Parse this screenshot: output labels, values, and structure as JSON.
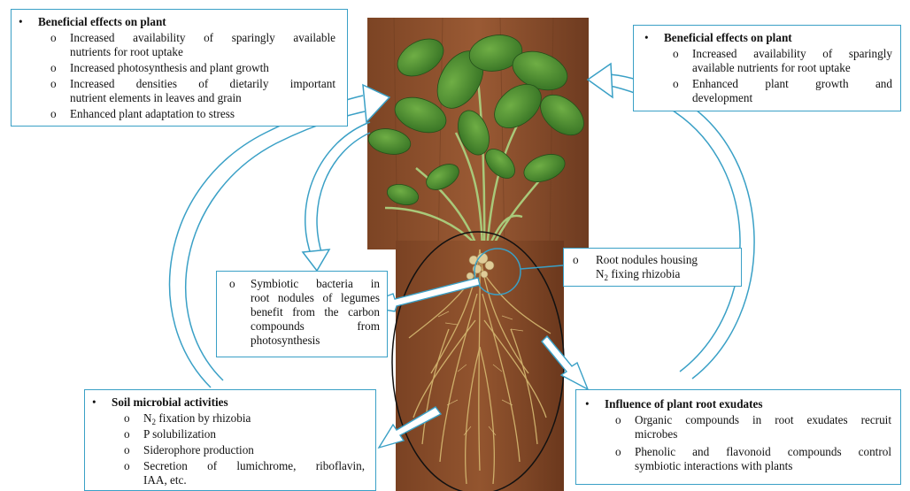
{
  "top_left": {
    "heading": "Beneficial effects on plant",
    "items": [
      "Increased availability of sparingly available",
      "nutrients for root uptake",
      "Increased photosynthesis and plant growth",
      "Increased densities of dietarily important",
      "nutrient elements in leaves and grain",
      "Enhanced plant adaptation to stress"
    ]
  },
  "top_right": {
    "heading": "Beneficial effects on plant",
    "items": [
      "Increased availability of sparingly",
      "available nutrients for root uptake",
      "Enhanced plant growth and",
      "development"
    ]
  },
  "middle_left": {
    "lines": [
      "Symbiotic bacteria in",
      "root nodules of legumes",
      "benefit from the carbon",
      "compounds from",
      "photosynthesis"
    ]
  },
  "nodules": {
    "line1": "Root nodules housing",
    "n_prefix": "N",
    "n_sub": "2",
    "line2_rest": " fixing rhizobia"
  },
  "bottom_left": {
    "heading": "Soil microbial activities",
    "item1_prefix": "N",
    "item1_sub": "2",
    "item1_rest": " fixation by rhizobia",
    "items": [
      "P solubilization",
      "Siderophore production",
      "Secretion of lumichrome, riboflavin,",
      "IAA, etc."
    ]
  },
  "bottom_right": {
    "heading": "Influence of plant root exudates",
    "items": [
      "Organic compounds in root exudates recruit",
      "microbes",
      "Phenolic and flavonoid compounds control",
      "symbiotic interactions with plants"
    ]
  },
  "symbols": {
    "bullet": "•",
    "sub_bullet": "o"
  },
  "colors": {
    "accent": "#3aa0c6",
    "wood": "#8a4b2a",
    "leaf": "#4e8a2e",
    "root": "#c9a65a"
  }
}
